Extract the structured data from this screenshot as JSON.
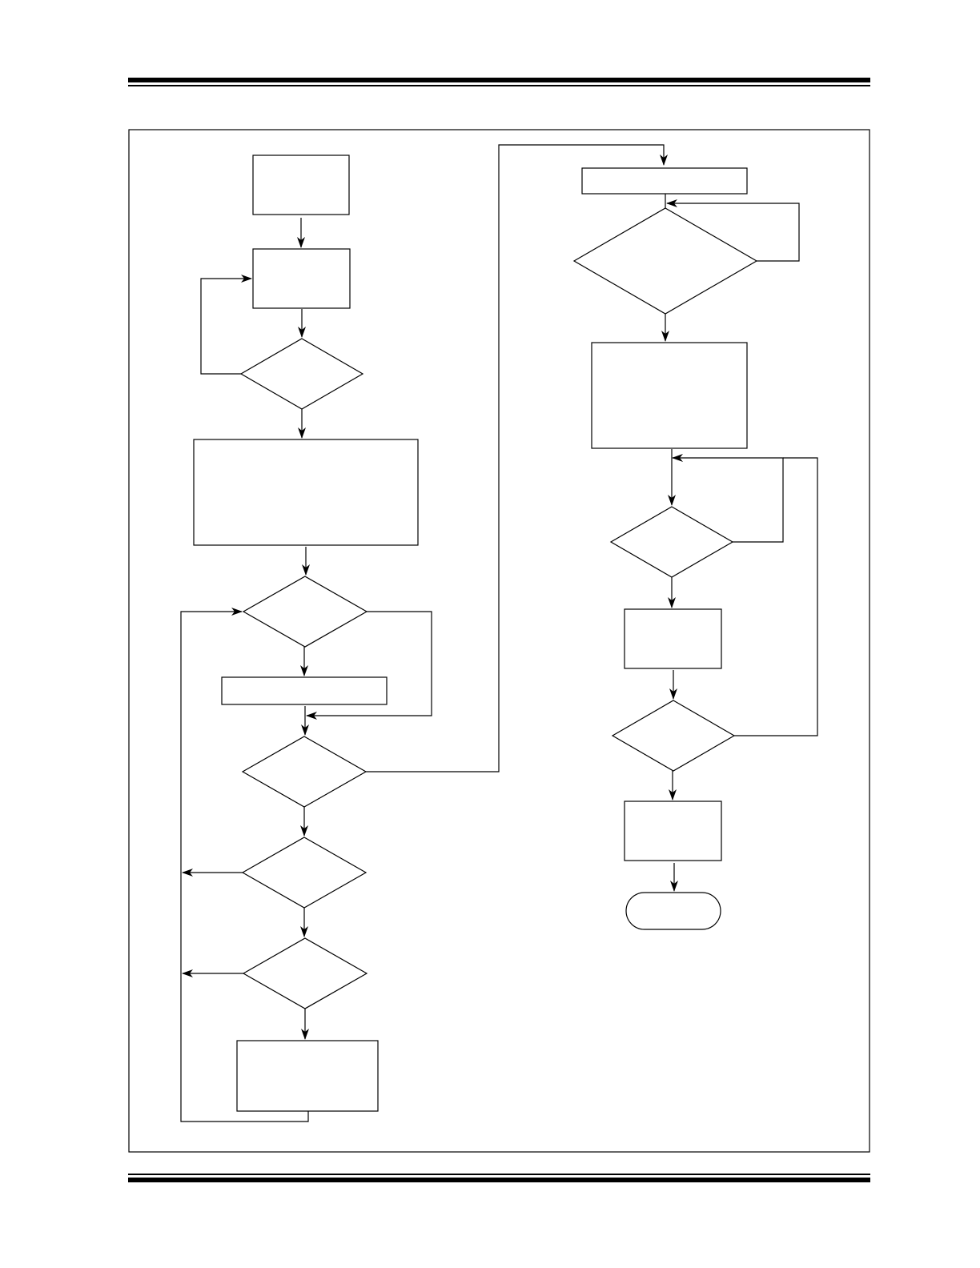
{
  "page": {
    "background": "#ffffff",
    "line_color": "#000000"
  },
  "flowchart": {
    "nodes": [
      {
        "id": "start-box",
        "shape": "process",
        "label": ""
      },
      {
        "id": "loop-box",
        "shape": "process",
        "label": ""
      },
      {
        "id": "decision-1",
        "shape": "decision",
        "label": ""
      },
      {
        "id": "wide-process",
        "shape": "process",
        "label": ""
      },
      {
        "id": "decision-2",
        "shape": "decision",
        "label": ""
      },
      {
        "id": "thin-process",
        "shape": "process",
        "label": ""
      },
      {
        "id": "decision-3",
        "shape": "decision",
        "label": ""
      },
      {
        "id": "decision-4",
        "shape": "decision",
        "label": ""
      },
      {
        "id": "decision-5",
        "shape": "decision",
        "label": ""
      },
      {
        "id": "bottom-left-process",
        "shape": "process",
        "label": ""
      },
      {
        "id": "right-top-process",
        "shape": "process",
        "label": ""
      },
      {
        "id": "right-big-decision",
        "shape": "decision",
        "label": ""
      },
      {
        "id": "right-tall-process",
        "shape": "process",
        "label": ""
      },
      {
        "id": "right-decision-2",
        "shape": "decision",
        "label": ""
      },
      {
        "id": "right-process-2",
        "shape": "process",
        "label": ""
      },
      {
        "id": "right-decision-3",
        "shape": "decision",
        "label": ""
      },
      {
        "id": "right-process-3",
        "shape": "process",
        "label": ""
      },
      {
        "id": "end-terminator",
        "shape": "terminator",
        "label": ""
      }
    ]
  }
}
